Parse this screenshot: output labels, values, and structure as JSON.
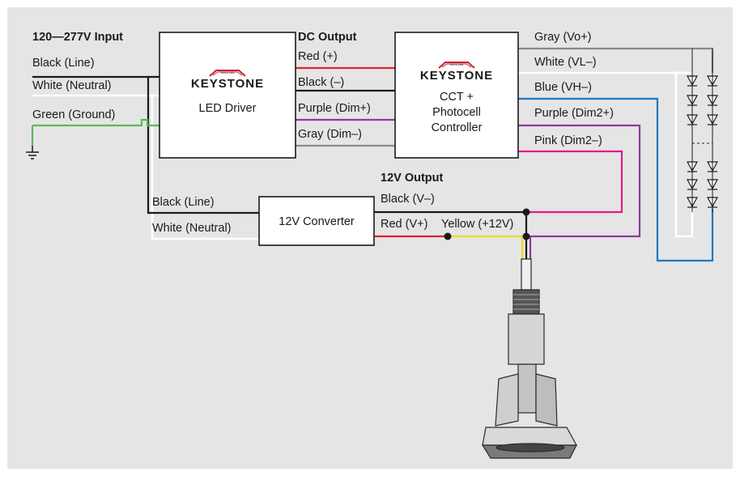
{
  "colors": {
    "background": "#e5e5e5",
    "black": "#1a1a1a",
    "white": "#ffffff",
    "green": "#5cb85c",
    "red": "#d9262e",
    "purple": "#8e3b9c",
    "gray": "#8a8a8a",
    "pink": "#e5198f",
    "blue": "#1e78c2",
    "yellow": "#f2d91f",
    "logo_red": "#c8202f"
  },
  "input": {
    "title": "120—277V Input",
    "black_line": "Black (Line)",
    "white_neutral": "White (Neutral)",
    "green_ground": "Green (Ground)"
  },
  "led_driver": {
    "brand": "KEYSTONE",
    "since": "SINCE 1983",
    "name": "LED Driver"
  },
  "dc_output": {
    "title": "DC Output",
    "red": "Red (+)",
    "black": "Black (–)",
    "purple": "Purple (Dim+)",
    "gray": "Gray (Dim–)"
  },
  "controller": {
    "brand": "KEYSTONE",
    "since": "SINCE 1983",
    "name_line1": "CCT +",
    "name_line2": "Photocell",
    "name_line3": "Controller"
  },
  "controller_outputs": {
    "gray_vo": "Gray (Vo+)",
    "white_vl": "White (VL–)",
    "blue_vh": "Blue (VH–)",
    "purple_dim2": "Purple (Dim2+)",
    "pink_dim2": "Pink (Dim2–)"
  },
  "output_12v": {
    "title": "12V Output",
    "black_v": "Black (V–)",
    "red_v": "Red (V+)",
    "yellow": "Yellow (+12V)"
  },
  "converter": {
    "name": "12V Converter",
    "black_line": "Black (Line)",
    "white_neutral": "White (Neutral)"
  },
  "icons": {
    "ground": "ground-symbol-icon",
    "leds": "led-diode-icon",
    "photocell": "photocell-sensor-icon"
  }
}
